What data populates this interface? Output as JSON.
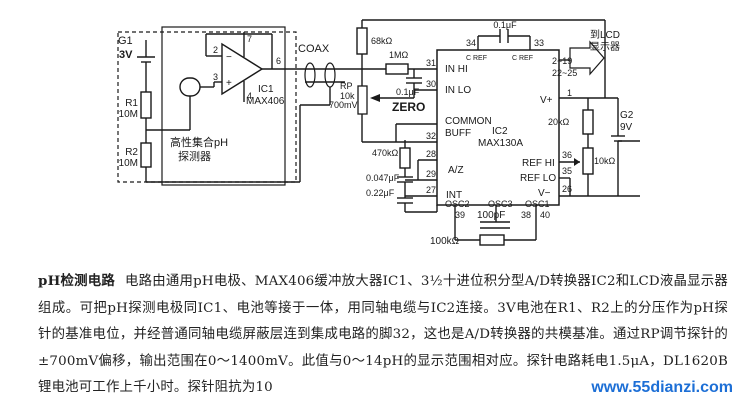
{
  "labels": {
    "g1": "G1",
    "g1_volt": "3V",
    "pin2": "2",
    "pin3": "3",
    "pin4": "4",
    "pin6": "6",
    "pin7": "7",
    "ic1_name": "IC1",
    "ic1_part": "MAX406",
    "r1_name": "R1",
    "r1_val": "10M",
    "r2_name": "R2",
    "r2_val": "10M",
    "probe_1": "高性集合pH",
    "probe_2": "探测器",
    "coax": "COAX",
    "rp_name": "RP",
    "rp_val": "10k",
    "rp_range": "700mV",
    "zero": "ZERO",
    "r68k": "68kΩ",
    "r1m": "1MΩ",
    "c01u": "0.1μF",
    "c01u_top": "0.1μF",
    "pin34": "34",
    "pin33": "33",
    "pin31": "31",
    "pin30": "30",
    "pin32": "32",
    "cref_l": "C REF",
    "cref_r": "C REF",
    "in_hi": "IN HI",
    "in_lo": "IN LO",
    "common": "COMMON",
    "buff": "BUFF",
    "ic2_name": "IC2",
    "ic2_part": "MAX130A",
    "r470k": "470kΩ",
    "c047": "0.047μF",
    "c022": "0.22μF",
    "pin28": "28",
    "pin29": "29",
    "pin27": "27",
    "az": "A/Z",
    "int_lbl": "INT",
    "osc2": "OSC2",
    "osc3": "OSC3",
    "osc1": "OSC1",
    "pin39": "39",
    "pin38": "38",
    "pin40": "40",
    "c100p": "100pF",
    "r100k": "100kΩ",
    "pins_bus_1": "2~19",
    "pins_bus_2": "22~25",
    "lcd_1": "到LCD",
    "lcd_2": "显示器",
    "v_plus": "V+",
    "pin1": "1",
    "g2": "G2",
    "g2_volt": "9V",
    "r20k": "20kΩ",
    "r10k": "10kΩ",
    "ref_hi": "REF HI",
    "ref_lo": "REF LO",
    "v_minus": "V−",
    "pin36": "36",
    "pin35": "35",
    "pin26": "26"
  },
  "caption": {
    "title": "pH检测电路",
    "body": "电路由通用pH电极、MAX406缓冲放大器IC1、3½十进位积分型A/D转换器IC2和LCD液晶显示器组成。可把pH探测电极同IC1、电池等接于一体，用同轴电缆与IC2连接。3V电池在R1、R2上的分压作为pH探针的基准电位，并经普通同轴电缆屏蔽层连到集成电路的脚32，这也是A/D转换器的共模基准。通过RP调节探针的±700mV偏移，输出范围在0～1400mV。此值与0～14pH的显示范围相对应。探针电路耗电1.5μA，DL1620B锂电池可工作上千小时。探针阻抗为10"
  },
  "watermark": "www.55dianzi.com"
}
